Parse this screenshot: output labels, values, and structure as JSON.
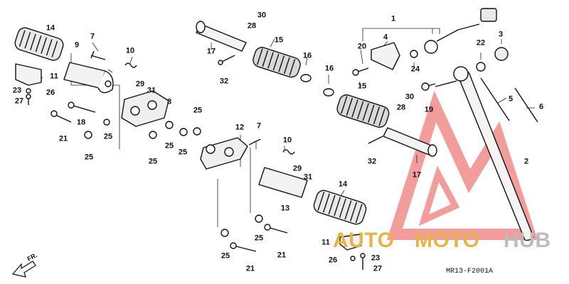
{
  "diagram_code": "MR13-F2001A",
  "direction_label": "FR.",
  "watermark": {
    "part1": "AUTO",
    "part2": "MOTO",
    "part3": "HUB",
    "accent_color": "#e8b449",
    "logo_color": "#e84c4c",
    "gray_color": "#bcbcbc"
  },
  "callouts": [
    {
      "id": "c1",
      "text": "1"
    },
    {
      "id": "c2",
      "text": "2"
    },
    {
      "id": "c3",
      "text": "3"
    },
    {
      "id": "c4",
      "text": "4"
    },
    {
      "id": "c5",
      "text": "5"
    },
    {
      "id": "c6",
      "text": "6"
    },
    {
      "id": "c7a",
      "text": "7"
    },
    {
      "id": "c7b",
      "text": "7"
    },
    {
      "id": "c8",
      "text": "8"
    },
    {
      "id": "c9",
      "text": "9"
    },
    {
      "id": "c10a",
      "text": "10"
    },
    {
      "id": "c10b",
      "text": "10"
    },
    {
      "id": "c11a",
      "text": "11"
    },
    {
      "id": "c11b",
      "text": "11"
    },
    {
      "id": "c12",
      "text": "12"
    },
    {
      "id": "c13",
      "text": "13"
    },
    {
      "id": "c14a",
      "text": "14"
    },
    {
      "id": "c14b",
      "text": "14"
    },
    {
      "id": "c15a",
      "text": "15"
    },
    {
      "id": "c15b",
      "text": "15"
    },
    {
      "id": "c16a",
      "text": "16"
    },
    {
      "id": "c16b",
      "text": "16"
    },
    {
      "id": "c17a",
      "text": "17"
    },
    {
      "id": "c17b",
      "text": "17"
    },
    {
      "id": "c18",
      "text": "18"
    },
    {
      "id": "c19",
      "text": "19"
    },
    {
      "id": "c20",
      "text": "20"
    },
    {
      "id": "c21a",
      "text": "21"
    },
    {
      "id": "c21b",
      "text": "21"
    },
    {
      "id": "c21c",
      "text": "21"
    },
    {
      "id": "c22",
      "text": "22"
    },
    {
      "id": "c23a",
      "text": "23"
    },
    {
      "id": "c23b",
      "text": "23"
    },
    {
      "id": "c24",
      "text": "24"
    },
    {
      "id": "c25a",
      "text": "25"
    },
    {
      "id": "c25b",
      "text": "25"
    },
    {
      "id": "c25c",
      "text": "25"
    },
    {
      "id": "c25d",
      "text": "25"
    },
    {
      "id": "c25e",
      "text": "25"
    },
    {
      "id": "c25f",
      "text": "25"
    },
    {
      "id": "c25g",
      "text": "25"
    },
    {
      "id": "c25h",
      "text": "25"
    },
    {
      "id": "c26a",
      "text": "26"
    },
    {
      "id": "c26b",
      "text": "26"
    },
    {
      "id": "c27a",
      "text": "27"
    },
    {
      "id": "c27b",
      "text": "27"
    },
    {
      "id": "c28a",
      "text": "28"
    },
    {
      "id": "c28b",
      "text": "28"
    },
    {
      "id": "c29a",
      "text": "29"
    },
    {
      "id": "c29b",
      "text": "29"
    },
    {
      "id": "c30a",
      "text": "30"
    },
    {
      "id": "c30b",
      "text": "30"
    },
    {
      "id": "c31a",
      "text": "31"
    },
    {
      "id": "c31b",
      "text": "31"
    },
    {
      "id": "c32a",
      "text": "32"
    },
    {
      "id": "c32b",
      "text": "32"
    }
  ]
}
